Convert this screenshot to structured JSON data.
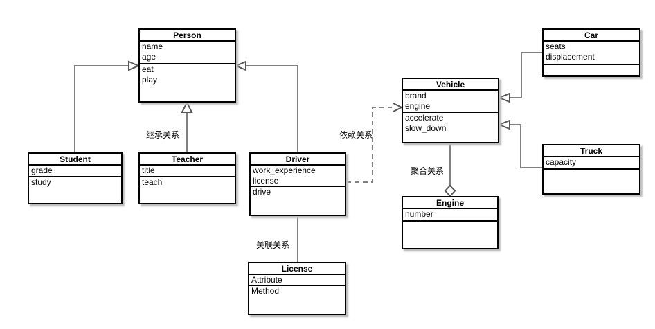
{
  "diagram": {
    "classes": {
      "person": {
        "name": "Person",
        "attributes": [
          "name",
          "age"
        ],
        "methods": [
          "eat",
          "play"
        ]
      },
      "student": {
        "name": "Student",
        "attributes": [
          "grade"
        ],
        "methods": [
          "study"
        ]
      },
      "teacher": {
        "name": "Teacher",
        "attributes": [
          "title"
        ],
        "methods": [
          "teach"
        ]
      },
      "driver": {
        "name": "Driver",
        "attributes": [
          "work_experience",
          "license"
        ],
        "methods": [
          "drive"
        ]
      },
      "license": {
        "name": "License",
        "attributes": [
          "Attribute"
        ],
        "methods": [
          "Method"
        ]
      },
      "vehicle": {
        "name": "Vehicle",
        "attributes": [
          "brand",
          "engine"
        ],
        "methods": [
          "accelerate",
          "slow_down"
        ]
      },
      "engine": {
        "name": "Engine",
        "attributes": [
          "number"
        ],
        "methods": []
      },
      "car": {
        "name": "Car",
        "attributes": [
          "seats",
          "displacement"
        ],
        "methods": []
      },
      "truck": {
        "name": "Truck",
        "attributes": [
          "capacity"
        ],
        "methods": []
      }
    },
    "edge_labels": {
      "inheritance": "继承关系",
      "dependency": "依赖关系",
      "aggregation": "聚合关系",
      "association": "关联关系"
    },
    "colors": {
      "background": "#ffffff",
      "box_border": "#000000",
      "edge_line": "#808080",
      "arrow_outline": "#565656",
      "shadow": "#bdbdbd"
    }
  }
}
